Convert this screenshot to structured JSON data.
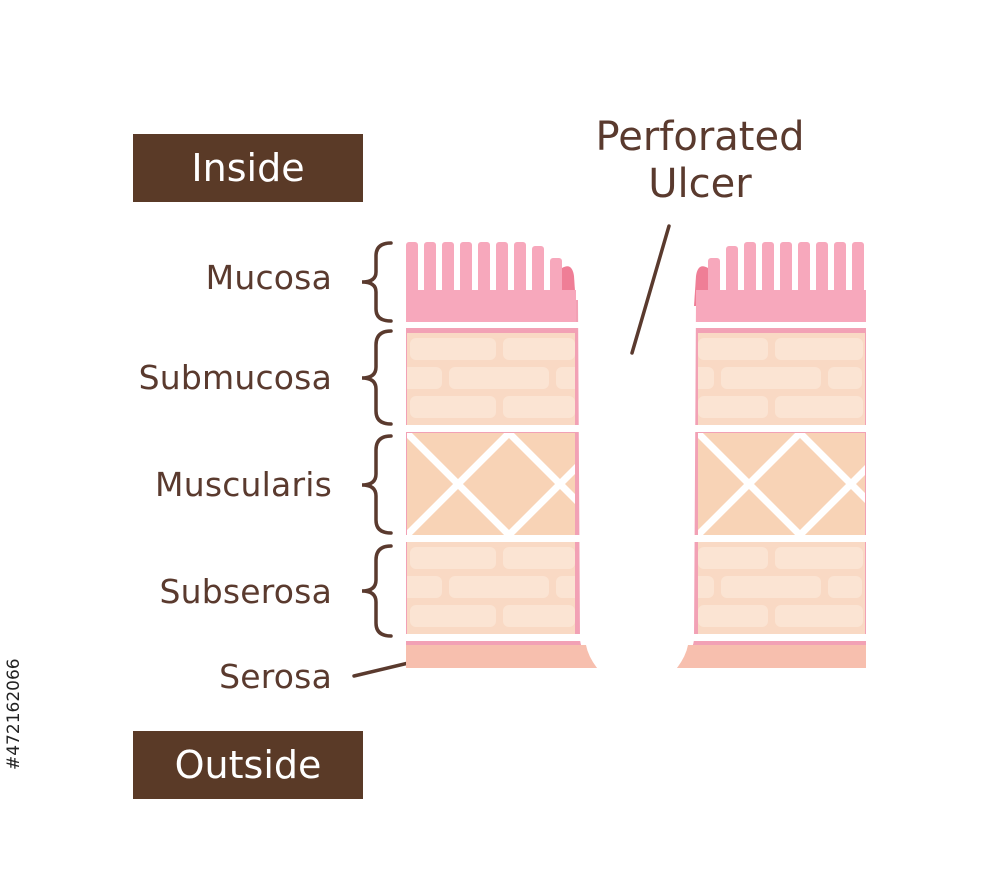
{
  "labels": {
    "inside": "Inside",
    "outside": "Outside",
    "ulcer_line1": "Perforated",
    "ulcer_line2": "Ulcer",
    "mucosa": "Mucosa",
    "submucosa": "Submucosa",
    "muscularis": "Muscularis",
    "subserosa": "Subserosa",
    "serosa": "Serosa"
  },
  "stock_id": "#472162066",
  "colors": {
    "label_text": "#5a3a2e",
    "box_bg": "#5a3a27",
    "mucosa": "#f7a8bc",
    "mucosa_edge": "#ef7e96",
    "tissue": "#f9d9c4",
    "brick": "#fbe4d3",
    "muscle": "#f8d3b6",
    "serosa": "#f7bfae"
  }
}
